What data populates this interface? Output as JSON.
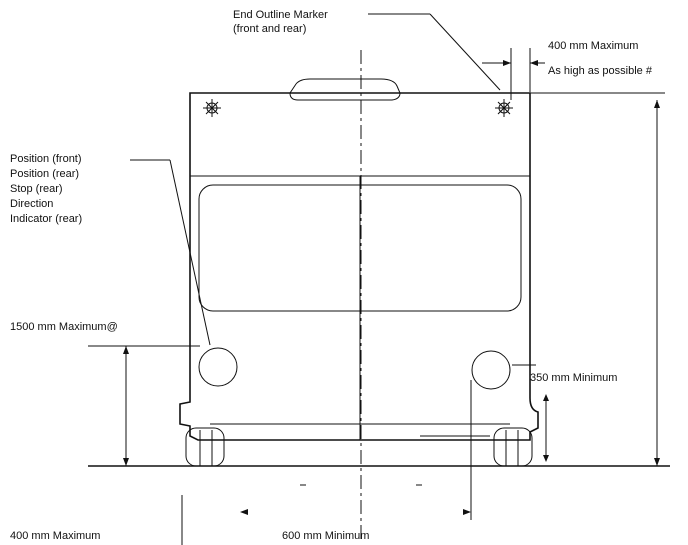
{
  "labels": {
    "end_outline_marker_line1": "End Outline Marker",
    "end_outline_marker_line2": "(front and rear)",
    "max_400_top": "400 mm Maximum",
    "as_high_as_possible": "As high as possible #",
    "position_front": "Position (front)",
    "position_rear": "Position (rear)",
    "stop_rear": "Stop (rear)",
    "direction_line1": "Direction",
    "direction_line2": "Indicator (rear)",
    "max_1500": "1500 mm Maximum@",
    "min_350": "350 mm Minimum",
    "max_400_bottom": "400 mm Maximum",
    "min_600": "600 mm Minimum"
  }
}
